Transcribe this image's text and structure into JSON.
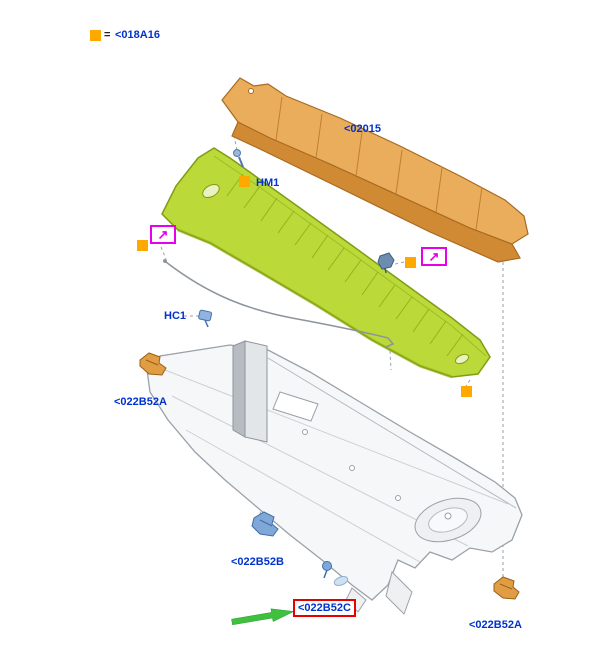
{
  "legend": {
    "equals": "=",
    "part": "<018A16"
  },
  "callouts": {
    "cowl_top": "<02015",
    "hm1": "HM1",
    "hc1": "HC1",
    "bracket_left": "<022B52A",
    "bracket_b": "<022B52B",
    "bracket_c": "<022B52C",
    "bracket_right": "<022B52A"
  },
  "icons": {
    "callout_arrow": "↗"
  },
  "colors": {
    "label_blue": "#0033cc",
    "marker_orange": "#ffa800",
    "callout_magenta": "#e800e8",
    "highlight_red": "#e60000",
    "arrow_green": "#3fc03f",
    "panel_orange": "#e9ad5c",
    "panel_green": "#bcd93a",
    "panel_gray": "#9aa1a8"
  }
}
